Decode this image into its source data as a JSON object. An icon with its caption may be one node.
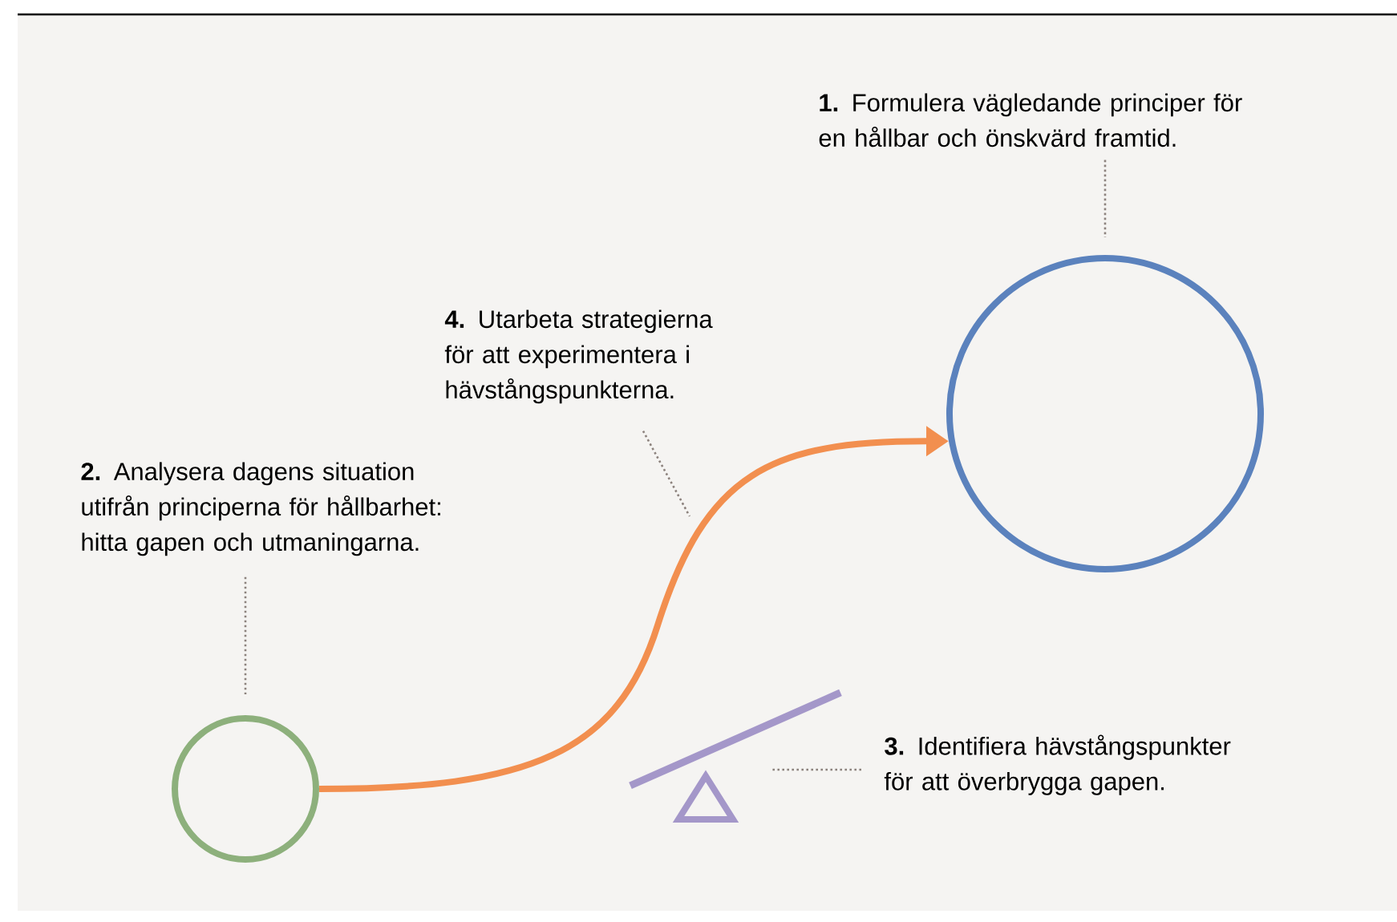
{
  "diagram": {
    "nodes": [
      {
        "text": [
          "**1.** Formulera vägledande principer för en hållbar och önskvärd framtid."
        ]
      },
      {
        "text": [],
        "shape": "circle"
      },
      {
        "text": [
          "**2.** Analysera dagens situation utifrån principerna för hållbarhet: hitta gapen och utmaningarna."
        ]
      },
      {
        "text": [],
        "shape": "circle"
      },
      {
        "text": [
          "**4.** Utarbeta strategierna för att experimentera i hävstångspunkterna."
        ]
      },
      {
        "text": [
          "**3.** Identifiera hävstångspunkter för att överbrygga gapen."
        ]
      },
      {
        "text": [],
        "shape": "seesaw"
      }
    ],
    "edges": [
      {
        "from": 0,
        "to": 1,
        "arrow": "none",
        "style": "dashed"
      },
      {
        "from": 2,
        "to": 3,
        "arrow": "none",
        "style": "dashed"
      },
      {
        "from": 4,
        "to": null,
        "arrow": "none",
        "style": "dashed"
      },
      {
        "from": 5,
        "to": 6,
        "arrow": "none",
        "style": "dashed"
      },
      {
        "from": 3,
        "to": 1,
        "arrow": "to",
        "style": "thick",
        "color": "#f28f4f"
      }
    ]
  }
}
